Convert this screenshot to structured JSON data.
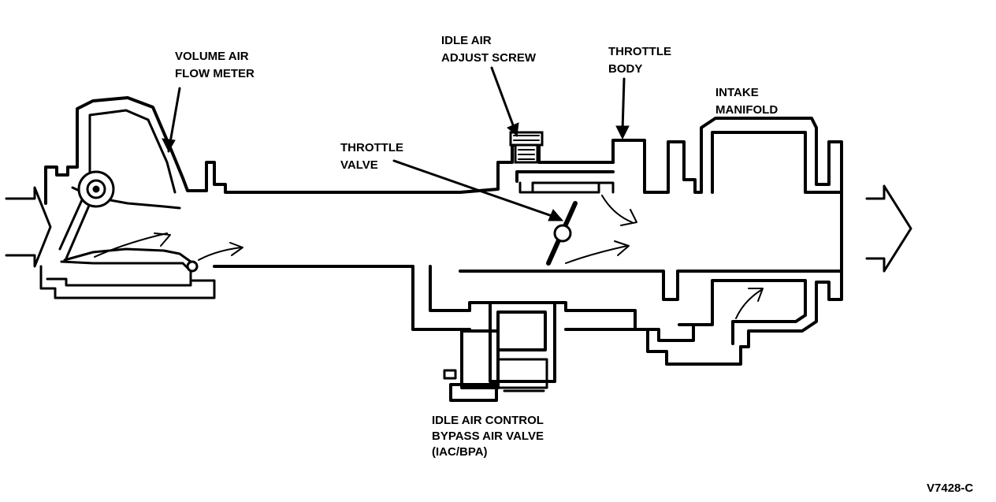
{
  "labels": {
    "volume_air_flow_meter": [
      "VOLUME AIR",
      "FLOW METER"
    ],
    "idle_air_adjust_screw": [
      "IDLE AIR",
      "ADJUST SCREW"
    ],
    "throttle_body": [
      "THROTTLE",
      "BODY"
    ],
    "intake_manifold": [
      "INTAKE",
      "MANIFOLD"
    ],
    "throttle_valve": [
      "THROTTLE",
      "VALVE"
    ],
    "iac_bpa": [
      "IDLE AIR CONTROL",
      "BYPASS AIR VALVE",
      "(IAC/BPA)"
    ]
  },
  "figure_code": "V7428-C"
}
